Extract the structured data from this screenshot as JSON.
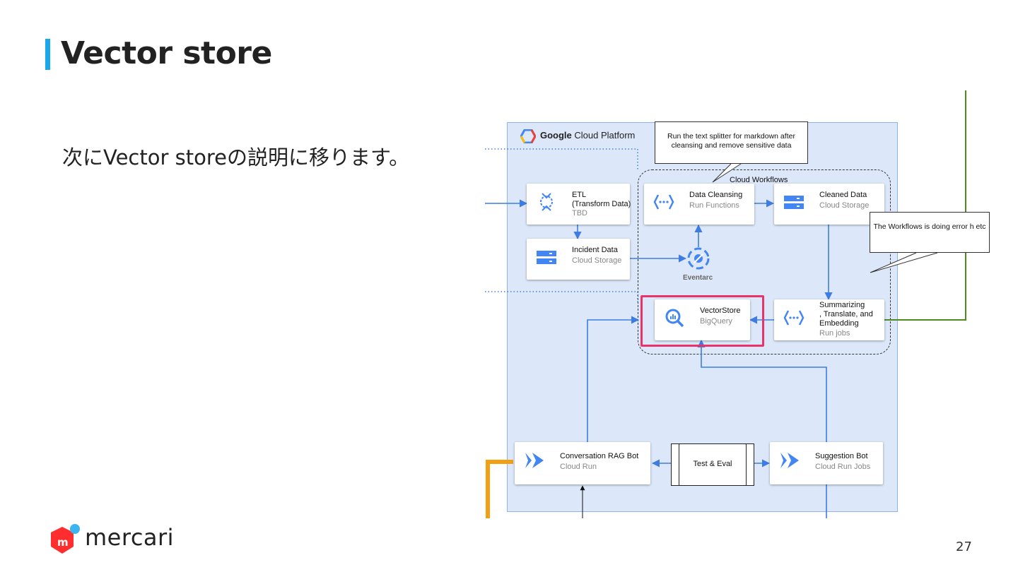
{
  "slide": {
    "title": "Vector store",
    "body": "次にVector storeの説明に移ります。",
    "page_number": "27"
  },
  "logo": {
    "wordmark": "mercari",
    "badge_letter": "m"
  },
  "diagram": {
    "platform_title_bold": "Google",
    "platform_title_rest": " Cloud Platform",
    "workflows_label": "Cloud Workflows",
    "eventarc_label": "Eventarc",
    "notes": {
      "splitter": "Run the text splitter for markdown after cleansing and remove sensitive data",
      "workflows": "The Workflows is doing error h etc"
    },
    "nodes": {
      "etl": {
        "title": "ETL\n(Transform Data)",
        "sub": "TBD"
      },
      "incident": {
        "title": "Incident Data",
        "sub": "Cloud Storage"
      },
      "cleansing": {
        "title": "Data Cleansing",
        "sub": "Run Functions"
      },
      "cleaned": {
        "title": "Cleaned Data",
        "sub": "Cloud Storage"
      },
      "vectorstore": {
        "title": "VectorStore",
        "sub": "BigQuery"
      },
      "summarizing": {
        "title": "Summarizing\n, Translate, and\nEmbedding",
        "sub": "Run jobs"
      },
      "rag_bot": {
        "title": "Conversation RAG Bot",
        "sub": "Cloud Run"
      },
      "test_eval": {
        "title": "Test & Eval"
      },
      "suggestion": {
        "title": "Suggestion Bot",
        "sub": "Cloud Run Jobs"
      }
    },
    "colors": {
      "arrow": "#3d7de3",
      "highlight": "#e8336b",
      "green_line": "#4e8a1f",
      "orange_line": "#f0a012"
    }
  }
}
